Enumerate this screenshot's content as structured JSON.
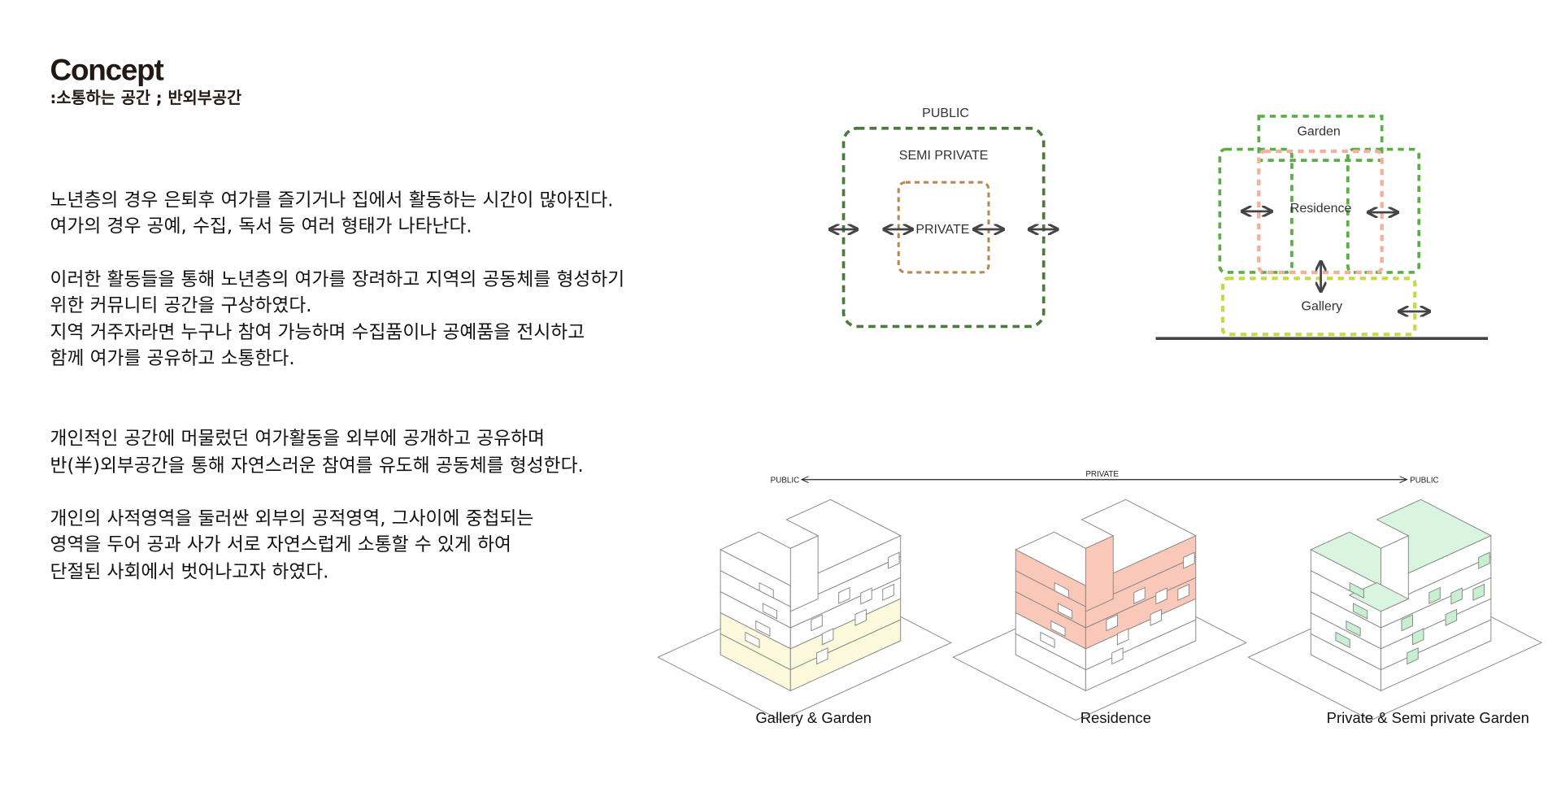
{
  "header": {
    "title": "Concept",
    "subtitle": ":소통하는 공간 ; 반외부공간"
  },
  "paragraphs": [
    [
      " 노년층의 경우 은퇴후 여가를 즐기거나 집에서 활동하는 시간이 많아진다.",
      "여가의 경우 공예, 수집, 독서 등 여러 형태가 나타난다."
    ],
    [
      " 이러한 활동들을 통해 노년층의 여가를 장려하고 지역의 공동체를 형성하기",
      "위한 커뮤니티 공간을 구상하였다.",
      "지역 거주자라면 누구나 참여 가능하며 수집품이나 공예품을 전시하고",
      "함께 여가를 공유하고 소통한다."
    ],
    [
      "개인적인 공간에 머물렀던 여가활동을 외부에 공개하고 공유하며",
      " 반(半)외부공간을 통해 자연스러운 참여를 유도해 공동체를 형성한다."
    ],
    [
      "개인의 사적영역을 둘러싼 외부의 공적영역, 그사이에 중첩되는",
      "영역을 두어 공과 사가 서로 자연스럽게 소통할 수 있게 하여",
      "단절된 사회에서 벗어나고자 하였다."
    ]
  ],
  "zone_diagram": {
    "public": "PUBLIC",
    "semi_private": "SEMI PRIVATE",
    "private": "PRIVATE"
  },
  "section_diagram": {
    "garden": "Garden",
    "residence": "Residence",
    "gallery": "Gallery"
  },
  "axis": {
    "left": "PUBLIC",
    "center": "PRIVATE",
    "right": "PUBLIC"
  },
  "buildings": [
    {
      "caption": "Gallery & Garden",
      "highlight": "#fcf9dc"
    },
    {
      "caption": "Residence",
      "highlight": "#f9c8b8"
    },
    {
      "caption": "Private & Semi private Garden",
      "highlight": "#d9f5df"
    }
  ],
  "colors": {
    "public": "#4d7a3c",
    "private": "#b48a52",
    "garden": "#5aae46",
    "residence": "#f4b09c",
    "gallery": "#c7d94a",
    "arrow": "#444444"
  }
}
